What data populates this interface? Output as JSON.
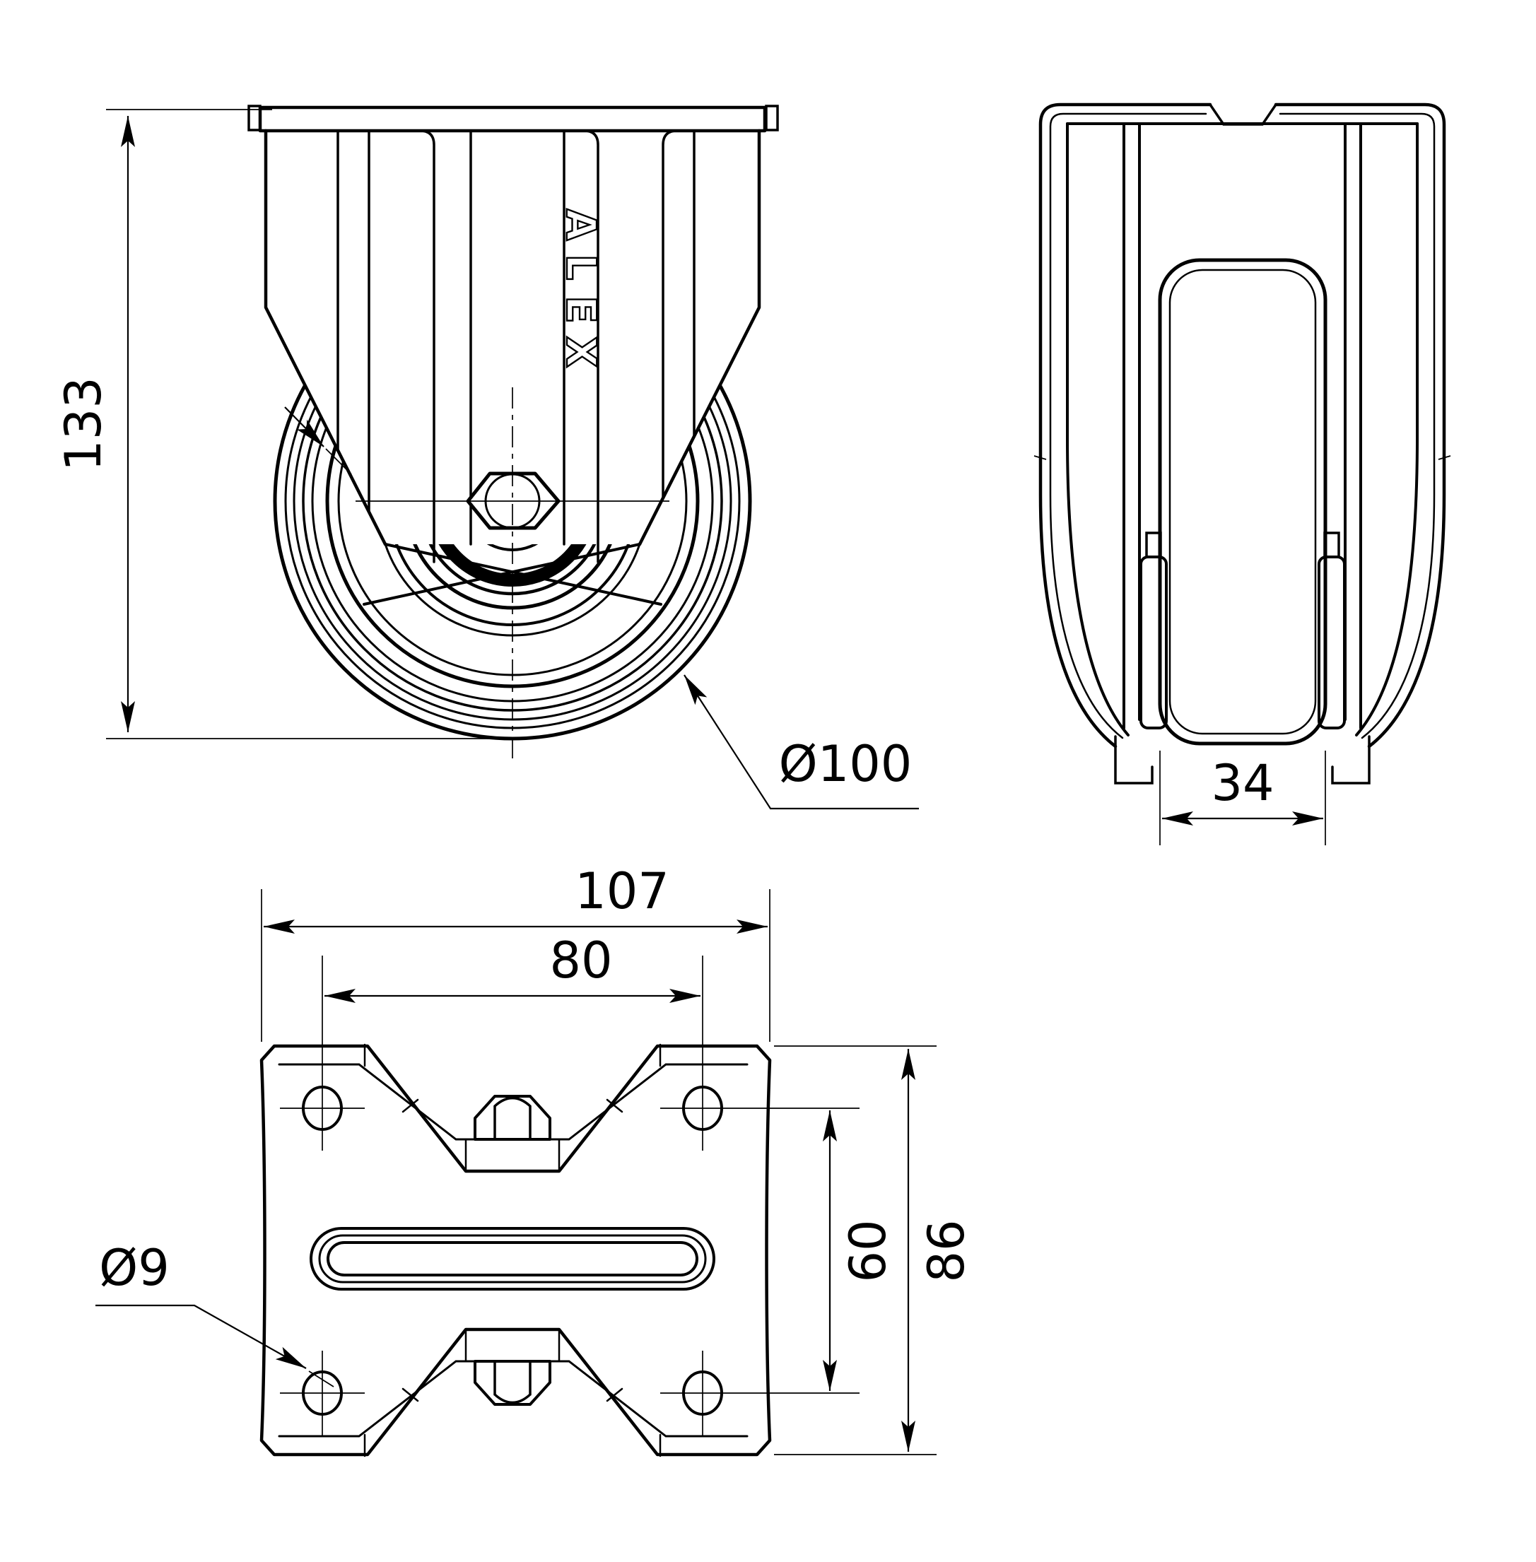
{
  "drawing": {
    "type": "technical-drawing",
    "subject": "fixed caster wheel, three orthographic views",
    "background_color": "#ffffff",
    "line_color": "#000000"
  },
  "logo": {
    "text": "ALEX",
    "letters": [
      "A",
      "L",
      "E",
      "X"
    ]
  },
  "dims": {
    "overall_height": "133",
    "wheel_diameter": "Ø100",
    "wheel_width": "34",
    "plate_width": "107",
    "hole_spacing_x": "80",
    "hole_spacing_y": "60",
    "plate_depth": "86",
    "hole_diameter": "Ø9"
  }
}
